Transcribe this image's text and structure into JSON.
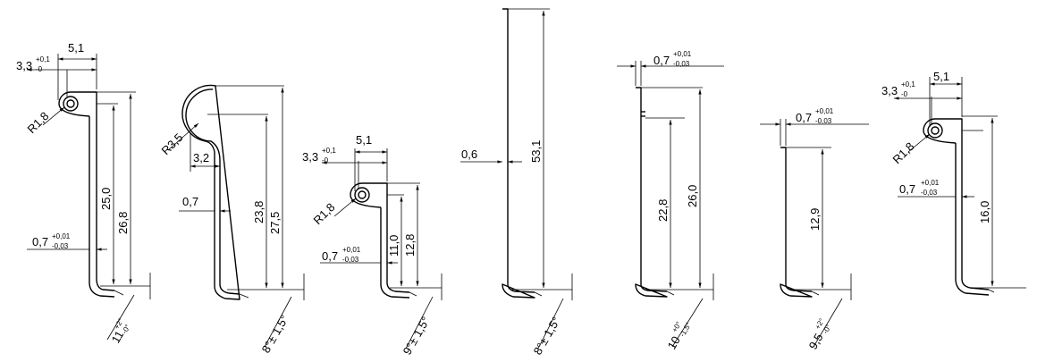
{
  "diagram": {
    "parts": [
      {
        "id": "p1",
        "dims": {
          "width": "5,1",
          "hole": "3,3",
          "hole_tol_upper": "+0,1",
          "hole_tol_lower": "-0",
          "radius": "R1,8",
          "h_inner": "25,0",
          "h_outer": "26,8",
          "thickness": "0,7",
          "thk_tol_upper": "+0,01",
          "thk_tol_lower": "-0,03",
          "angle": "11",
          "angle_tol_upper": "+2°",
          "angle_tol_lower": "-0°"
        }
      },
      {
        "id": "p2",
        "dims": {
          "radius": "R3,5",
          "width": "3,2",
          "thickness": "0,7",
          "h_inner": "23,8",
          "h_outer": "27,5",
          "angle": "8°± 1,5°"
        }
      },
      {
        "id": "p3",
        "dims": {
          "width": "5,1",
          "hole": "3,3",
          "hole_tol_upper": "+0,1",
          "hole_tol_lower": "-0",
          "radius": "R1,8",
          "h_inner": "11,0",
          "h_outer": "12,8",
          "thickness": "0,7",
          "thk_tol_upper": "+0,01",
          "thk_tol_lower": "-0,03",
          "angle": "9°± 1,5°"
        }
      },
      {
        "id": "p4",
        "dims": {
          "thickness": "0,6",
          "height": "53,1",
          "angle": "8°± 1,5°"
        }
      },
      {
        "id": "p5",
        "dims": {
          "thickness": "0,7",
          "thk_tol_upper": "+0,01",
          "thk_tol_lower": "-0,03",
          "h_inner": "22,8",
          "h_outer": "26,0",
          "angle": "10",
          "angle_tol_upper": "+0°",
          "angle_tol_lower": "-1,5°"
        }
      },
      {
        "id": "p6",
        "dims": {
          "thickness": "0,7",
          "thk_tol_upper": "+0,01",
          "thk_tol_lower": "-0,03",
          "height": "12,9",
          "angle": "9,5",
          "angle_tol_upper": "+2°",
          "angle_tol_lower": "-0°"
        }
      },
      {
        "id": "p7",
        "dims": {
          "width": "5,1",
          "hole": "3,3",
          "hole_tol_upper": "+0,1",
          "hole_tol_lower": "-0",
          "radius": "R1,8",
          "thickness": "0,7",
          "thk_tol_upper": "+0,01",
          "thk_tol_lower": "-0,03",
          "height": "16,0"
        }
      }
    ]
  }
}
